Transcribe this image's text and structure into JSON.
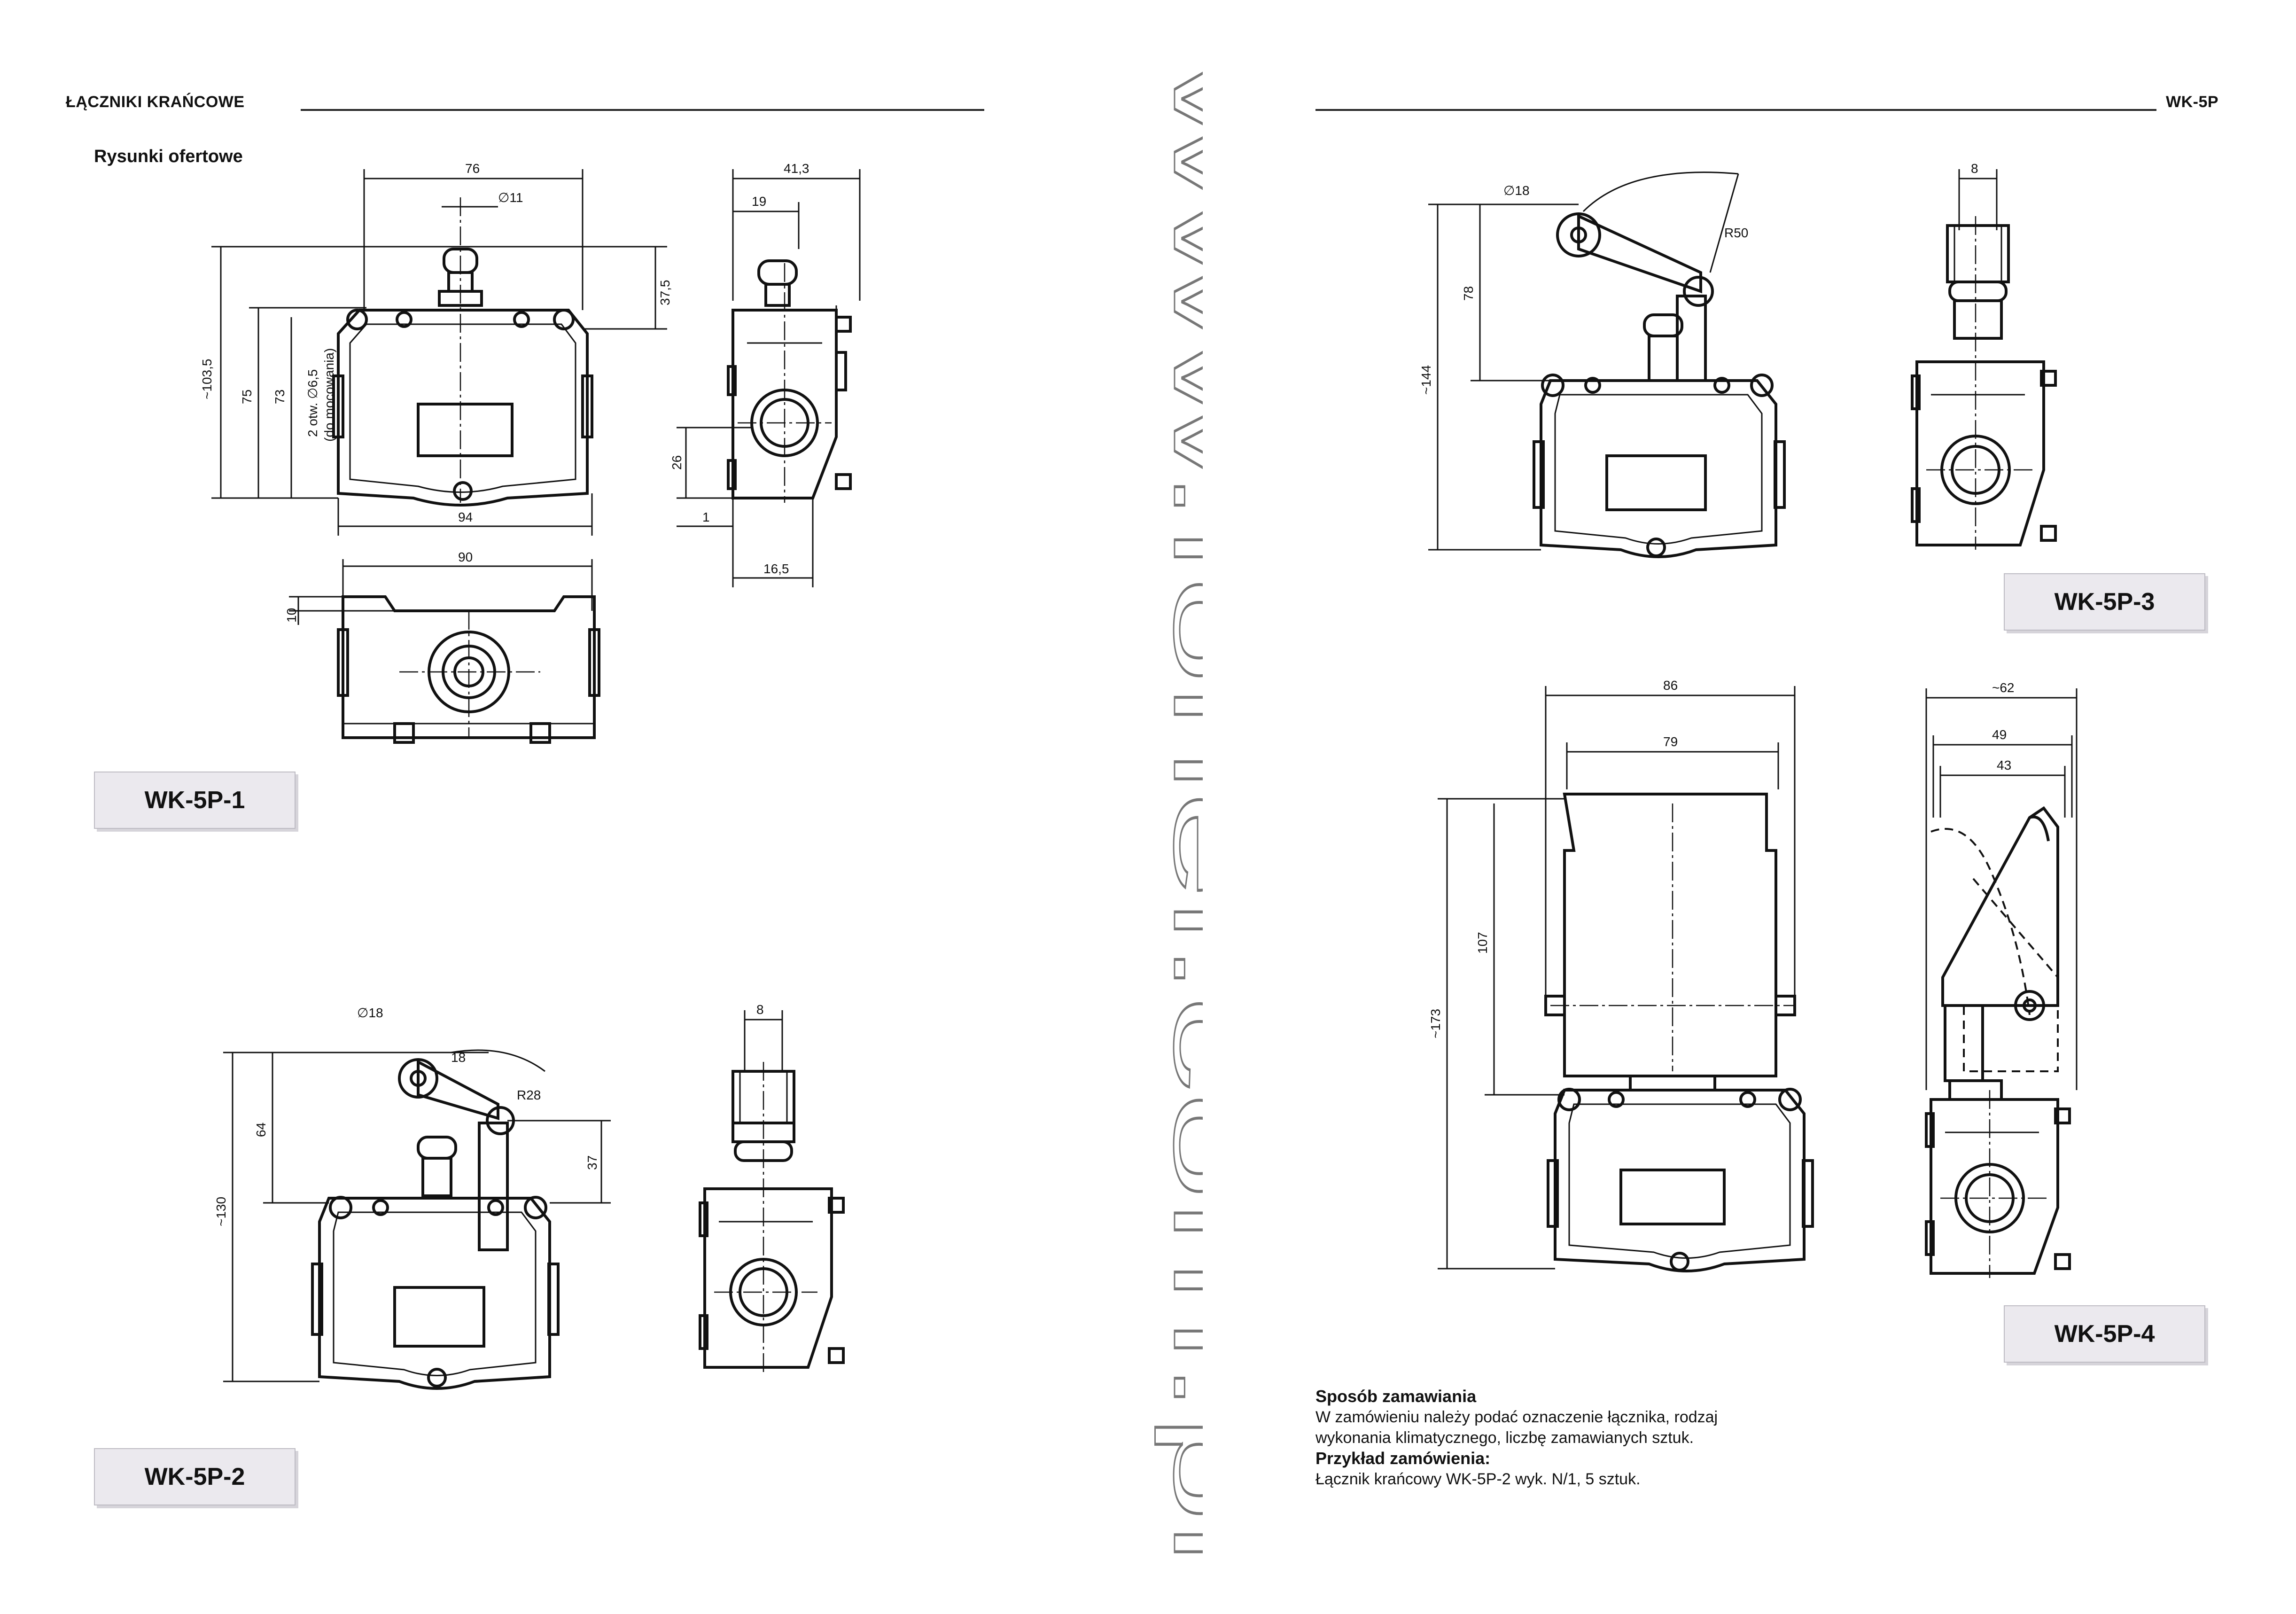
{
  "header": {
    "left_title": "ŁĄCZNIKI KRAŃCOWE",
    "right_title": "WK-5P"
  },
  "section_title": "Rysunki ofertowe",
  "watermark_text": "www.fonel.com.pl",
  "labels": {
    "wk5p1": "WK-5P-1",
    "wk5p2": "WK-5P-2",
    "wk5p3": "WK-5P-3",
    "wk5p4": "WK-5P-4"
  },
  "dims": {
    "p1": {
      "w76": "76",
      "d11": "∅11",
      "h103": "~103,5",
      "h75": "75",
      "h73": "73",
      "holes": "2 otw. ∅6,5",
      "holes2": "(do mocowania)",
      "h375": "37,5",
      "w94": "94",
      "w90": "90",
      "h10": "10",
      "w413": "41,3",
      "w19": "19",
      "h26": "26",
      "w1": "1",
      "w165": "16,5"
    },
    "p2": {
      "d18": "∅18",
      "w18": "18",
      "r28": "R28",
      "h130": "~130",
      "h64": "64",
      "h37": "37",
      "w8": "8"
    },
    "p3": {
      "d18": "∅18",
      "r50": "R50",
      "h144": "~144",
      "h78": "78",
      "w8": "8"
    },
    "p4": {
      "w86": "86",
      "w79": "79",
      "h173": "~173",
      "h107": "107",
      "w62": "~62",
      "w49": "49",
      "w43": "43"
    }
  },
  "order": {
    "heading": "Sposób zamawiania",
    "line1": "W zamówieniu należy podać oznaczenie łącznika, rodzaj",
    "line2": "wykonania klimatycznego, liczbę zamawianych sztuk.",
    "example_heading": "Przykład zamówienia:",
    "example": "Łącznik krańcowy WK-5P-2 wyk. N/1, 5 sztuk."
  }
}
